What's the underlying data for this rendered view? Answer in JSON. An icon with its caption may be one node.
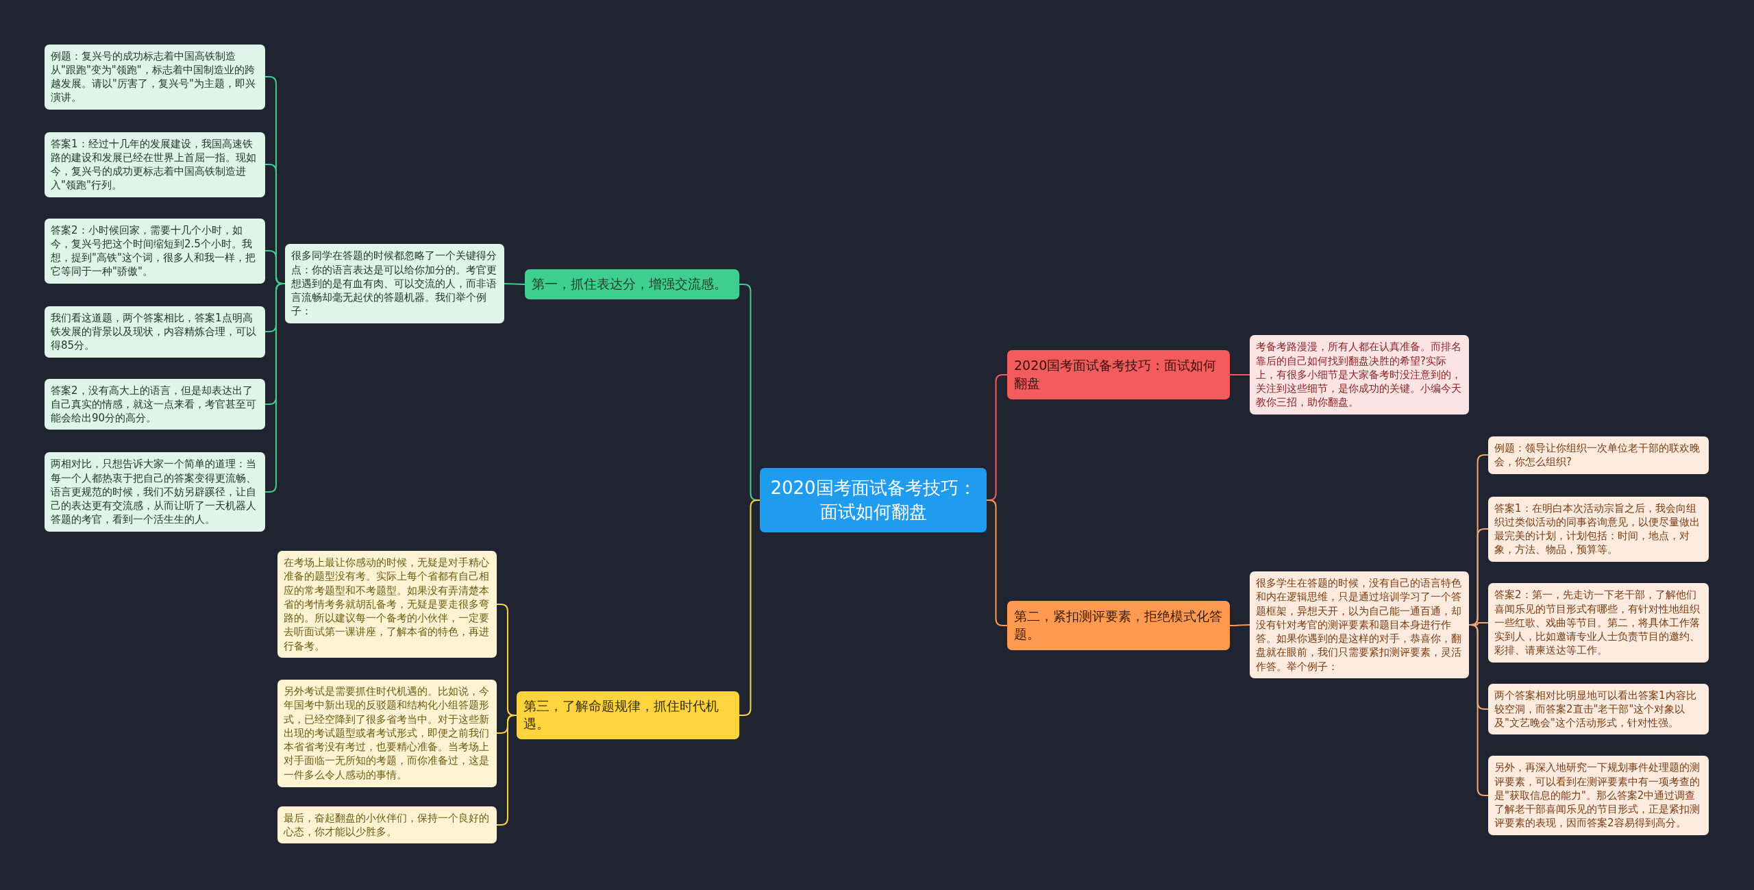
{
  "diagram": {
    "nodes": [
      {
        "text": [
          "2020国考面试备考技巧：面试如何翻盘"
        ]
      },
      {
        "text": [
          "第一，抓住表达分，增强交流感。"
        ]
      },
      {
        "text": [
          "很多同学在答题的时候都忽略了一个关键得分点：你的语言表达是可以给你加分的。考官更想遇到的是有血有肉、可以交流的人，而非语言流畅却毫无起伏的答题机器。我们举个例子："
        ]
      },
      {
        "text": [
          "例题：复兴号的成功标志着中国高铁制造从\"跟跑\"变为\"领跑\"，标志着中国制造业的跨越发展。请以\"厉害了，复兴号\"为主题，即兴演讲。"
        ]
      },
      {
        "text": [
          "答案1：经过十几年的发展建设，我国高速铁路的建设和发展已经在世界上首屈一指。现如今，复兴号的成功更标志着中国高铁制造进入\"领跑\"行列。"
        ]
      },
      {
        "text": [
          "答案2：小时候回家，需要十几个小时，如今，复兴号把这个时间缩短到2.5个小时。我想，提到\"高铁\"这个词，很多人和我一样，把它等同于一种\"骄傲\"。"
        ]
      },
      {
        "text": [
          "我们看这道题，两个答案相比，答案1点明高铁发展的背景以及现状，内容精炼合理，可以得85分。"
        ]
      },
      {
        "text": [
          "答案2，没有高大上的语言，但是却表达出了自己真实的情感，就这一点来看，考官甚至可能会给出90分的高分。"
        ]
      },
      {
        "text": [
          "两相对比，只想告诉大家一个简单的道理：当每一个人都热衷于把自己的答案变得更流畅、语言更规范的时候，我们不妨另辟蹊径，让自己的表达更有交流感，从而让听了一天机器人答题的考官，看到一个活生生的人。"
        ]
      },
      {
        "text": [
          "第三，了解命题规律，抓住时代机遇。"
        ]
      },
      {
        "text": [
          "在考场上最让你感动的时候，无疑是对手精心准备的题型没有考。实际上每个省都有自己相应的常考题型和不考题型。如果没有弄清楚本省的考情考务就胡乱备考，无疑是要走很多弯路的。所以建议每一个备考的小伙伴，一定要去听面试第一课讲座，了解本省的特色，再进行备考。"
        ]
      },
      {
        "text": [
          "另外考试是需要抓住时代机遇的。比如说，今年国考中新出现的反驳题和结构化小组答题形式，已经空降到了很多省考当中。对于这些新出现的考试题型或者考试形式，即便之前我们本省省考没有考过，也要精心准备。当考场上对手面临一无所知的考题，而你准备过，这是一件多么令人感动的事情。"
        ]
      },
      {
        "text": [
          "最后，奋起翻盘的小伙伴们，保持一个良好的心态，你才能以少胜多。"
        ]
      },
      {
        "text": [
          "2020国考面试备考技巧：面试如何翻盘"
        ]
      },
      {
        "text": [
          "考备考路漫漫，所有人都在认真准备。而排名靠后的自己如何找到翻盘决胜的希望?实际上，有很多小细节是大家备考时没注意到的，关注到这些细节，是你成功的关键。小编今天教你三招，助你翻盘。"
        ]
      },
      {
        "text": [
          "第二，紧扣测评要素，拒绝模式化答题。"
        ]
      },
      {
        "text": [
          "很多学生在答题的时候，没有自己的语言特色和内在逻辑思维，只是通过培训学习了一个答题框架，异想天开，以为自己能一通百通，却没有针对考官的测评要素和题目本身进行作答。如果你遇到的是这样的对手，恭喜你，翻盘就在眼前，我们只需要紧扣测评要素，灵活作答。举个例子："
        ]
      },
      {
        "text": [
          "例题：领导让你组织一次单位老干部的联欢晚会，你怎么组织?"
        ]
      },
      {
        "text": [
          "答案1：在明白本次活动宗旨之后，我会向组织过类似活动的同事咨询意见，以便尽量做出最完美的计划，计划包括：时间，地点，对象，方法、物品，预算等。"
        ]
      },
      {
        "text": [
          "答案2：第一，先走访一下老干部，了解他们喜闻乐见的节目形式有哪些，有针对性地组织一些红歌、戏曲等节目。第二，将具体工作落实到人，比如邀请专业人士负责节目的邀约、彩排、请柬送达等工作。"
        ]
      },
      {
        "text": [
          "两个答案相对比明显地可以看出答案1内容比较空洞，而答案2直击\"老干部\"这个对象以及\"文艺晚会\"这个活动形式，针对性强。"
        ]
      },
      {
        "text": [
          "另外，再深入地研究一下规划事件处理题的测评要素，可以看到在测评要素中有一项考查的是\"获取信息的能力\"。那么答案2中通过调查了解老干部喜闻乐见的节目形式，正是紧扣测评要素的表现，因而答案2容易得到高分。"
        ]
      }
    ],
    "edges": [
      {
        "from": 0,
        "to": 1,
        "arrow": "none"
      },
      {
        "from": 1,
        "to": 2,
        "arrow": "none"
      },
      {
        "from": 2,
        "to": 3,
        "arrow": "none"
      },
      {
        "from": 2,
        "to": 4,
        "arrow": "none"
      },
      {
        "from": 2,
        "to": 5,
        "arrow": "none"
      },
      {
        "from": 2,
        "to": 6,
        "arrow": "none"
      },
      {
        "from": 2,
        "to": 7,
        "arrow": "none"
      },
      {
        "from": 2,
        "to": 8,
        "arrow": "none"
      },
      {
        "from": 0,
        "to": 9,
        "arrow": "none",
        "color": "#fdd33e"
      },
      {
        "from": 9,
        "to": 10,
        "arrow": "none",
        "color": "#fdd33e"
      },
      {
        "from": 9,
        "to": 11,
        "arrow": "none",
        "color": "#fdd33e"
      },
      {
        "from": 9,
        "to": 12,
        "arrow": "none",
        "color": "#fdd33e"
      },
      {
        "from": 0,
        "to": 13,
        "arrow": "none",
        "color": "#f25c5c"
      },
      {
        "from": 13,
        "to": 14,
        "arrow": "none",
        "color": "#f25c5c"
      },
      {
        "from": 0,
        "to": 15,
        "arrow": "none",
        "color": "#ff9a50"
      },
      {
        "from": 15,
        "to": 16,
        "arrow": "none",
        "color": "#ff9a50"
      },
      {
        "from": 16,
        "to": 17,
        "arrow": "none",
        "color": "#f0a878"
      },
      {
        "from": 16,
        "to": 18,
        "arrow": "none",
        "color": "#f0a878"
      },
      {
        "from": 16,
        "to": 19,
        "arrow": "none",
        "color": "#f0a878"
      },
      {
        "from": 16,
        "to": 20,
        "arrow": "none",
        "color": "#f0a878"
      },
      {
        "from": 16,
        "to": 21,
        "arrow": "none",
        "color": "#f0a878"
      }
    ]
  }
}
